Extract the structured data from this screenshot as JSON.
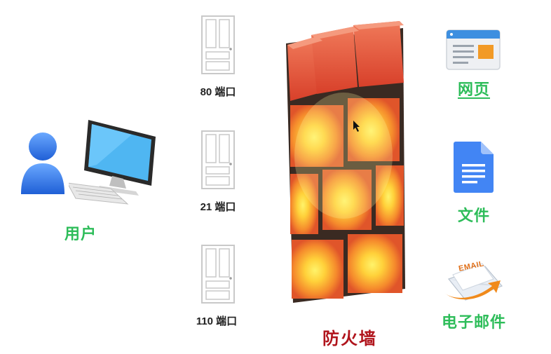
{
  "user": {
    "label": "用户"
  },
  "ports": [
    {
      "label": "80 端口"
    },
    {
      "label": "21 端口"
    },
    {
      "label": "110 端口"
    }
  ],
  "firewall": {
    "label": "防火墙"
  },
  "services": {
    "webpage": {
      "label": "网页"
    },
    "file": {
      "label": "文件"
    },
    "email": {
      "label": "电子邮件",
      "badge": "EMAIL"
    }
  },
  "colors": {
    "green_text": "#2ebd5a",
    "firewall_text": "#b0141c",
    "brick": "#e8602a",
    "brick_glow": "#ffe23a"
  },
  "icons": {
    "user": "user-icon",
    "computer": "computer-icon",
    "door": "door-icon",
    "firewall": "brick-wall-icon",
    "webpage": "webpage-icon",
    "file": "document-icon",
    "email": "email-icon"
  }
}
